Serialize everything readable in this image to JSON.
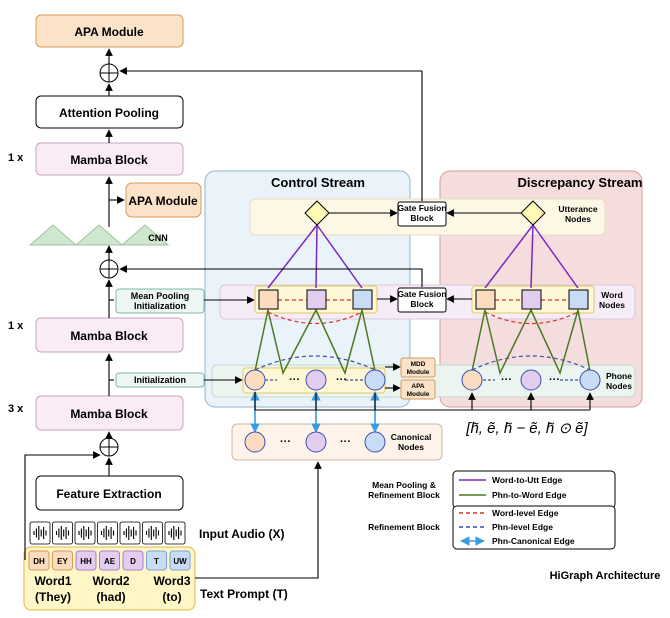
{
  "colors": {
    "orange": "#fbe3c9",
    "orange_border": "#d49a5a",
    "pink": "#f9ecf5",
    "pink_border": "#c9a3bf",
    "control_bg": "#eaf3fa",
    "control_border": "#8fb4cf",
    "discrepancy_bg": "#f6dddd",
    "discrepancy_border": "#d69a9a",
    "purple_edge": "#7b28c6",
    "green_edge": "#4b7a23",
    "red_dash": "#d9342b",
    "blue_dash": "#3b4fb0",
    "blue_arrow": "#3b9be0",
    "node_orange": "#fbdcbf",
    "node_purple": "#e2cdf0",
    "node_blue": "#c9dcf5",
    "diamond_fill": "#fff9b8"
  },
  "left": {
    "apa_top": "APA Module",
    "attention_pooling": "Attention Pooling",
    "mamba_top": "Mamba Block",
    "mamba_mid": "Mamba Block",
    "mamba_bottom": "Mamba Block",
    "count_top": "1 x",
    "count_mid": "1 x",
    "count_bottom": "3 x",
    "apa_side": "APA Module",
    "cnn": "CNN",
    "mean_pooling_init": "Mean Pooling\nInitialization",
    "initialization": "Initialization",
    "feature_extraction": "Feature Extraction",
    "input_audio": "Input Audio (X)",
    "text_prompt": "Text Prompt (T)"
  },
  "phonemes": [
    {
      "label": "DH",
      "group": 1
    },
    {
      "label": "EY",
      "group": 1
    },
    {
      "label": "HH",
      "group": 2
    },
    {
      "label": "AE",
      "group": 2
    },
    {
      "label": "D",
      "group": 2
    },
    {
      "label": "T",
      "group": 3
    },
    {
      "label": "UW",
      "group": 3
    }
  ],
  "words": [
    {
      "word": "Word1",
      "gloss": "(They)"
    },
    {
      "word": "Word2",
      "gloss": "(had)"
    },
    {
      "word": "Word3",
      "gloss": "(to)"
    }
  ],
  "streams": {
    "control": "Control Stream",
    "discrepancy": "Discrepancy Stream",
    "gate_fusion_utt": "Gate Fusion\nBlock",
    "gate_fusion_word": "Gate Fusion\nBlock",
    "utterance_nodes": "Utterance\nNodes",
    "word_nodes": "Word\nNodes",
    "phone_nodes": "Phone\nNodes",
    "canonical_nodes": "Canonical\nNodes",
    "mdd_module": "MDD\nModule",
    "apa_module_small": "APA\nModule",
    "ellipsis": "···",
    "formula": "[h̃, ẽ, h̃ − ẽ, h̃ ⊙ ẽ]"
  },
  "legend": {
    "group1_label": "Mean Pooling &\nRefinement Block",
    "group2_label": "Refinement Block",
    "items": [
      {
        "label": "Word-to-Utt Edge",
        "style": "purple"
      },
      {
        "label": "Phn-to-Word Edge",
        "style": "green"
      },
      {
        "label": "Word-level Edge",
        "style": "red-dash"
      },
      {
        "label": "Phn-level Edge",
        "style": "blue-dash"
      },
      {
        "label": "Phn-Canonical Edge",
        "style": "blue-arrow"
      }
    ]
  },
  "caption": "HiGraph Architecture"
}
